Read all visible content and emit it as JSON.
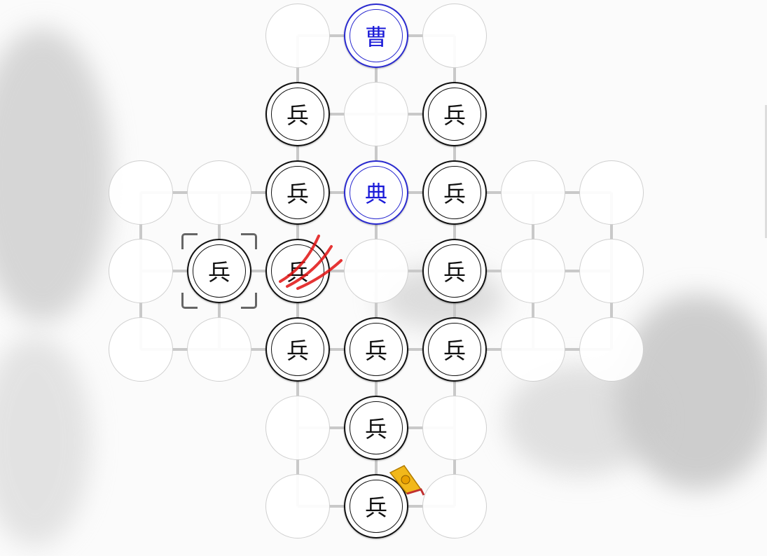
{
  "game": {
    "board_rows": 7,
    "board_cols": 7,
    "pieces": [
      {
        "row": 0,
        "col": 3,
        "label": "曹",
        "side": "enemy"
      },
      {
        "row": 1,
        "col": 2,
        "label": "兵",
        "side": "player"
      },
      {
        "row": 1,
        "col": 4,
        "label": "兵",
        "side": "player"
      },
      {
        "row": 2,
        "col": 2,
        "label": "兵",
        "side": "player"
      },
      {
        "row": 2,
        "col": 3,
        "label": "典",
        "side": "enemy"
      },
      {
        "row": 2,
        "col": 4,
        "label": "兵",
        "side": "player"
      },
      {
        "row": 3,
        "col": 1,
        "label": "兵",
        "side": "player",
        "selected": true
      },
      {
        "row": 3,
        "col": 2,
        "label": "兵",
        "side": "player",
        "attacked": true
      },
      {
        "row": 3,
        "col": 4,
        "label": "兵",
        "side": "player"
      },
      {
        "row": 4,
        "col": 2,
        "label": "兵",
        "side": "player"
      },
      {
        "row": 4,
        "col": 3,
        "label": "兵",
        "side": "player"
      },
      {
        "row": 4,
        "col": 4,
        "label": "兵",
        "side": "player"
      },
      {
        "row": 5,
        "col": 3,
        "label": "兵",
        "side": "player"
      },
      {
        "row": 6,
        "col": 3,
        "label": "兵",
        "side": "player",
        "flag": true
      }
    ],
    "colors": {
      "enemy": "#1a1ad8",
      "player": "#111111",
      "scratch": "#e01010",
      "flag": "#f2b81a"
    }
  }
}
